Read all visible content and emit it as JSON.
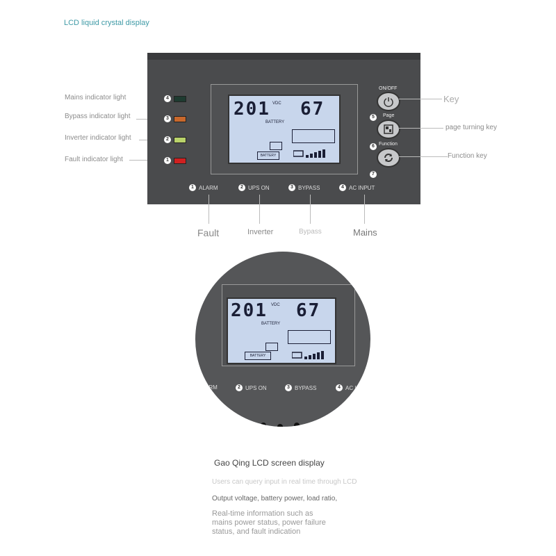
{
  "title": "LCD liquid crystal display",
  "left_labels": [
    {
      "text": "Mains indicator light",
      "num": "4",
      "color": "#1e3b30"
    },
    {
      "text": "Bypass indicator light",
      "num": "3",
      "color": "#c8682c"
    },
    {
      "text": "Inverter indicator light",
      "num": "2",
      "color": "#b9d26a"
    },
    {
      "text": "Fault indicator light",
      "num": "1",
      "color": "#d02020"
    }
  ],
  "lcd": {
    "voltage": "201",
    "unit": "VDC",
    "percent": "67",
    "battery": "BATTERY",
    "battery_box": "BATTERY"
  },
  "buttons": [
    {
      "label": "ON/OFF",
      "num": "",
      "icon": "power-icon"
    },
    {
      "label": "Page",
      "num": "5",
      "icon": "page-icon"
    },
    {
      "label": "Function",
      "num": "6",
      "icon": "refresh-icon"
    }
  ],
  "extra_num": "7",
  "right_labels": {
    "key": "Key",
    "page": "page turning key",
    "function": "Function key"
  },
  "indicators": [
    {
      "num": "1",
      "label": "ALARM"
    },
    {
      "num": "2",
      "label": "UPS ON"
    },
    {
      "num": "3",
      "label": "BYPASS"
    },
    {
      "num": "4",
      "label": "AC INPUT"
    }
  ],
  "bottom_labels": {
    "fault": "Fault",
    "inverter": "Inverter",
    "bypass": "Bypass",
    "mains": "Mains"
  },
  "zoom": {
    "indicators": [
      {
        "num": "",
        "label": "ARM"
      },
      {
        "num": "2",
        "label": "UPS ON"
      },
      {
        "num": "3",
        "label": "BYPASS"
      },
      {
        "num": "4",
        "label": "AC I"
      }
    ]
  },
  "desc": {
    "heading": "Gao Qing LCD screen display",
    "line1": "Users can query input in real time through LCD",
    "line2": "Output voltage, battery power, load ratio,",
    "line3": "Real-time information such as",
    "line4": "mains power status, power failure",
    "line5": "status, and fault indication"
  },
  "colors": {
    "panel": "#4a4b4d",
    "lcd": "#c8d6ec",
    "title": "#3f9aa6"
  }
}
